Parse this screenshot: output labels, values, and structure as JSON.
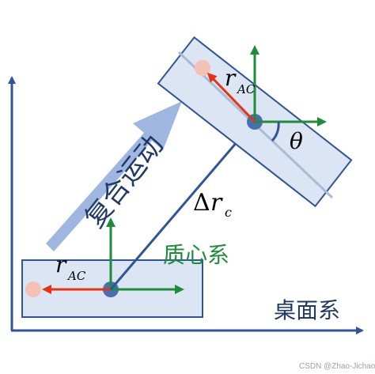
{
  "labels": {
    "motion": "复合运动",
    "center_of_mass_frame": "质心系",
    "table_frame": "桌面系",
    "delta_r": "Δ",
    "delta_r_symbol": "r",
    "delta_r_sub": "c",
    "r_ac_top": "r",
    "r_ac_top_sub": "AC",
    "r_ac_bottom": "r",
    "r_ac_bottom_sub": "AC",
    "theta": "θ",
    "watermark": "CSDN @Zhao-Jichao"
  },
  "colors": {
    "axis_blue": "#2f5597",
    "green": "#1e8c3a",
    "red": "#e8330f",
    "rect_fill": "#dbe5f3",
    "rect_stroke": "#2f5597",
    "arrow_fill": "#8eaadb",
    "pink": "#f6c1b5",
    "label_green": "#1e8c3a"
  }
}
